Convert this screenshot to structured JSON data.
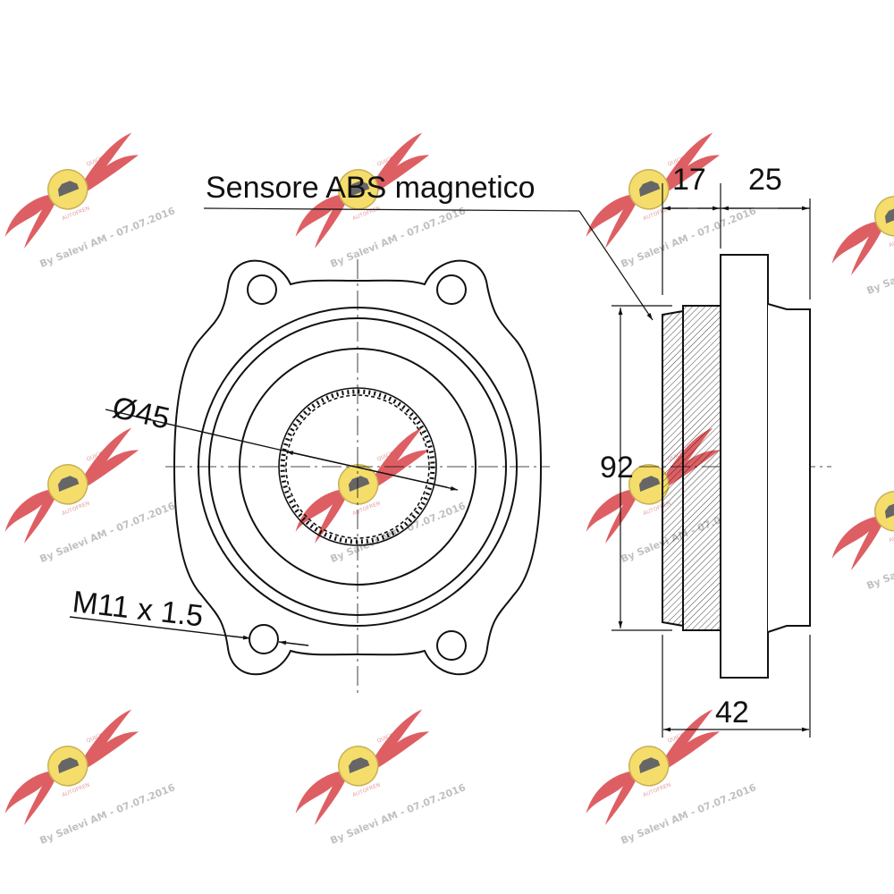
{
  "labels": {
    "sensor": "Sensore ABS magnetico",
    "bore": "Ø45",
    "thread": "M11 x 1.5",
    "height": "92",
    "width_flange": "17",
    "width_spigot": "25",
    "total_width": "42"
  },
  "watermark": {
    "text": "By Salevi AM - 07.07.2016",
    "badge_text": "AUTOFREN",
    "wing_text": "QUICK",
    "colors": {
      "wing": "#d42a2f",
      "badge": "#f2d23a",
      "text": "#555555"
    }
  },
  "colors": {
    "line": "#111111",
    "hatch": "#111111",
    "background": "#ffffff"
  }
}
